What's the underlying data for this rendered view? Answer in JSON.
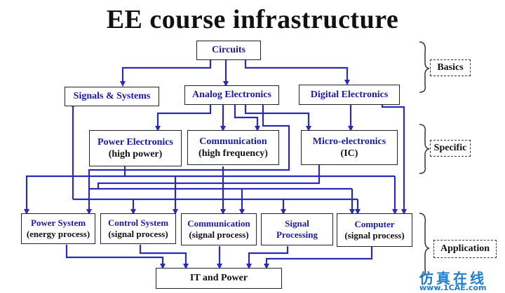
{
  "title": "EE course infrastructure",
  "nodes": {
    "circuits": "Circuits",
    "signals": "Signals & Systems",
    "analog": "Analog Electronics",
    "digital": "Digital Electronics",
    "power_elec": {
      "line1": "Power Electronics",
      "line2": "(high power)"
    },
    "communication": {
      "line1": "Communication",
      "line2": "(high frequency)"
    },
    "micro": {
      "line1": "Micro-electronics",
      "line2": "(IC)"
    },
    "power_system": {
      "line1": "Power System",
      "line2": "(energy process)"
    },
    "control": {
      "line1": "Control System",
      "line2": "(signal process)"
    },
    "comm_app": {
      "line1": "Communication",
      "line2": "(signal process)"
    },
    "signal_proc": {
      "line1": "Signal",
      "line2": "Processing"
    },
    "computer": {
      "line1": "Computer",
      "line2": "(signal process)"
    },
    "it_power": "IT and Power"
  },
  "levels": {
    "basics": "Basics",
    "specific": "Specific",
    "application": "Application"
  },
  "watermark": {
    "cn": "仿真在线",
    "url": "www.1CAE.com"
  },
  "colors": {
    "arrow": "#2a2ab8",
    "text_blue": "#1a1aa6",
    "annotation": "#b0306a"
  }
}
